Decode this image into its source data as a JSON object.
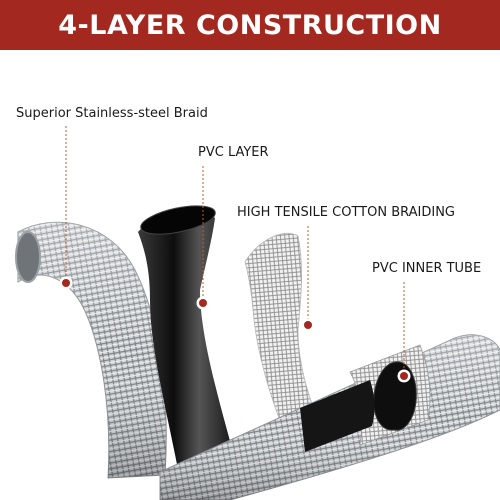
{
  "banner": {
    "title": "4-LAYER CONSTRUCTION",
    "background_color": "#a3281f"
  },
  "layers": [
    {
      "label": "Superior Stainless-steel Braid"
    },
    {
      "label": "PVC LAYER"
    },
    {
      "label": "HIGH TENSILE COTTON BRAIDING"
    },
    {
      "label": "PVC INNER TUBE"
    }
  ],
  "colors": {
    "callout_dot": "#a3281f",
    "leader_line": "#c25b2f",
    "steel": "#c9cccf",
    "pvc": "#111111",
    "cotton_mesh": "#e4e4e4"
  }
}
